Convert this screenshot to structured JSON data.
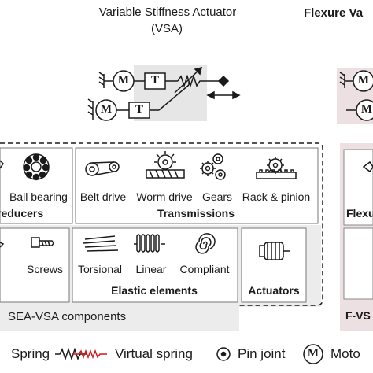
{
  "vsa": {
    "title": "Variable Stiffness Actuator",
    "acronym": "(VSA)",
    "motor_letter": "M",
    "transmission_letter": "T"
  },
  "fvsa": {
    "title": "Flexure Va",
    "flexure_label": "Flexu",
    "footer_label": "F-VS"
  },
  "reducers": {
    "items": [
      "Ball bearing"
    ],
    "group_label": "reducers"
  },
  "transmissions": {
    "items": [
      "Belt drive",
      "Worm drive",
      "Gears",
      "Rack & pinion"
    ],
    "group_label": "Transmissions"
  },
  "screws": {
    "items": [
      "Screws"
    ]
  },
  "elastic_elements": {
    "items": [
      "Torsional",
      "Linear",
      "Compliant"
    ],
    "group_label": "Elastic elements"
  },
  "actuators": {
    "group_label": "Actuators"
  },
  "components_label": "SEA-VSA components",
  "legend": {
    "items": [
      {
        "label": "Spring"
      },
      {
        "label": "Virtual spring"
      },
      {
        "label": "Pin joint"
      },
      {
        "label": "Moto",
        "symbol_letter": "M"
      }
    ]
  },
  "colors": {
    "panel_gray": "#e6e6e6",
    "box_gray": "#ececec",
    "fvsa_pink": "#ede0e2",
    "virtual_spring": "#d01818",
    "line": "#1a1a1a"
  }
}
